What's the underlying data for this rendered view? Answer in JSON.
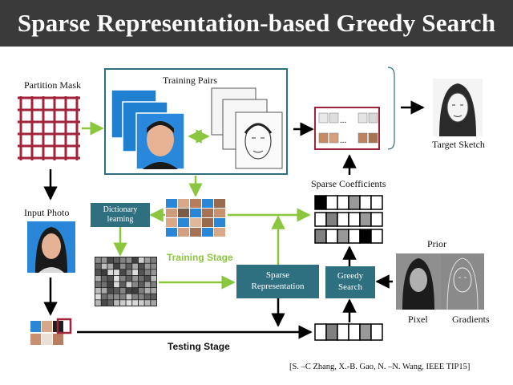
{
  "title": "Sparse Representation-based Greedy Search",
  "labels": {
    "partition_mask": "Partition Mask",
    "training_pairs": "Training Pairs",
    "target_sketch": "Target Sketch",
    "input_photo": "Input Photo",
    "sparse_coefficients": "Sparse Coefficients",
    "prior": "Prior",
    "pixel": "Pixel",
    "gradients": "Gradients",
    "ellipsis_top": "...",
    "ellipsis_bottom": "..."
  },
  "stages": {
    "training": "Training Stage",
    "testing": "Testing Stage"
  },
  "boxes": {
    "dictionary_learning": "Dictionary\nlearning",
    "sparse_representation": "Sparse\nRepresentation",
    "greedy_search": "Greedy\nSearch"
  },
  "citation": "[S. –C Zhang, X.-B. Gao, N. –N. Wang, IEEE TIP15]",
  "colors": {
    "title_bg": "#3a3a3a",
    "accent_green": "#8cc63f",
    "box_teal": "#2e6f80",
    "mask_red": "#a3233a"
  },
  "coefficient_rows": [
    [
      0.0,
      1.0,
      1.0,
      0.6,
      1.0,
      1.0
    ],
    [
      1.0,
      0.5,
      1.0,
      1.0,
      0.6,
      1.0
    ],
    [
      0.5,
      1.0,
      0.6,
      1.0,
      0.0,
      1.0
    ]
  ],
  "test_coefficients": [
    1.0,
    0.5,
    1.0,
    1.0,
    0.6,
    1.0
  ]
}
